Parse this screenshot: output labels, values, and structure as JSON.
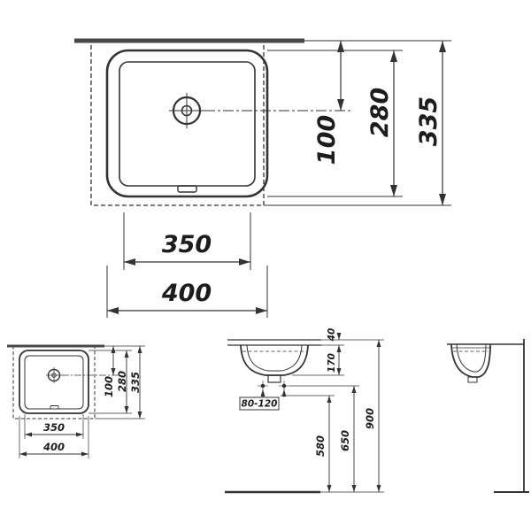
{
  "title": "undercounter-washbasin-technical-drawing",
  "colors": {
    "line": "#333333",
    "thick_line": "#474747",
    "background": "#ffffff",
    "text": "#1c1c1c"
  },
  "plan_large": {
    "width_inner": "350",
    "width_outer": "400",
    "depth_to_drain": "100",
    "depth_basin": "280",
    "depth_total": "335"
  },
  "plan_small": {
    "width_inner": "350",
    "width_outer": "400",
    "depth_to_drain": "100",
    "depth_basin": "280",
    "depth_total": "335"
  },
  "front_view": {
    "counter_thickness": "40",
    "basin_height": "170",
    "fixing_range": "80-120",
    "height_trap": "580",
    "height_fixing": "650",
    "height_top": "900"
  }
}
